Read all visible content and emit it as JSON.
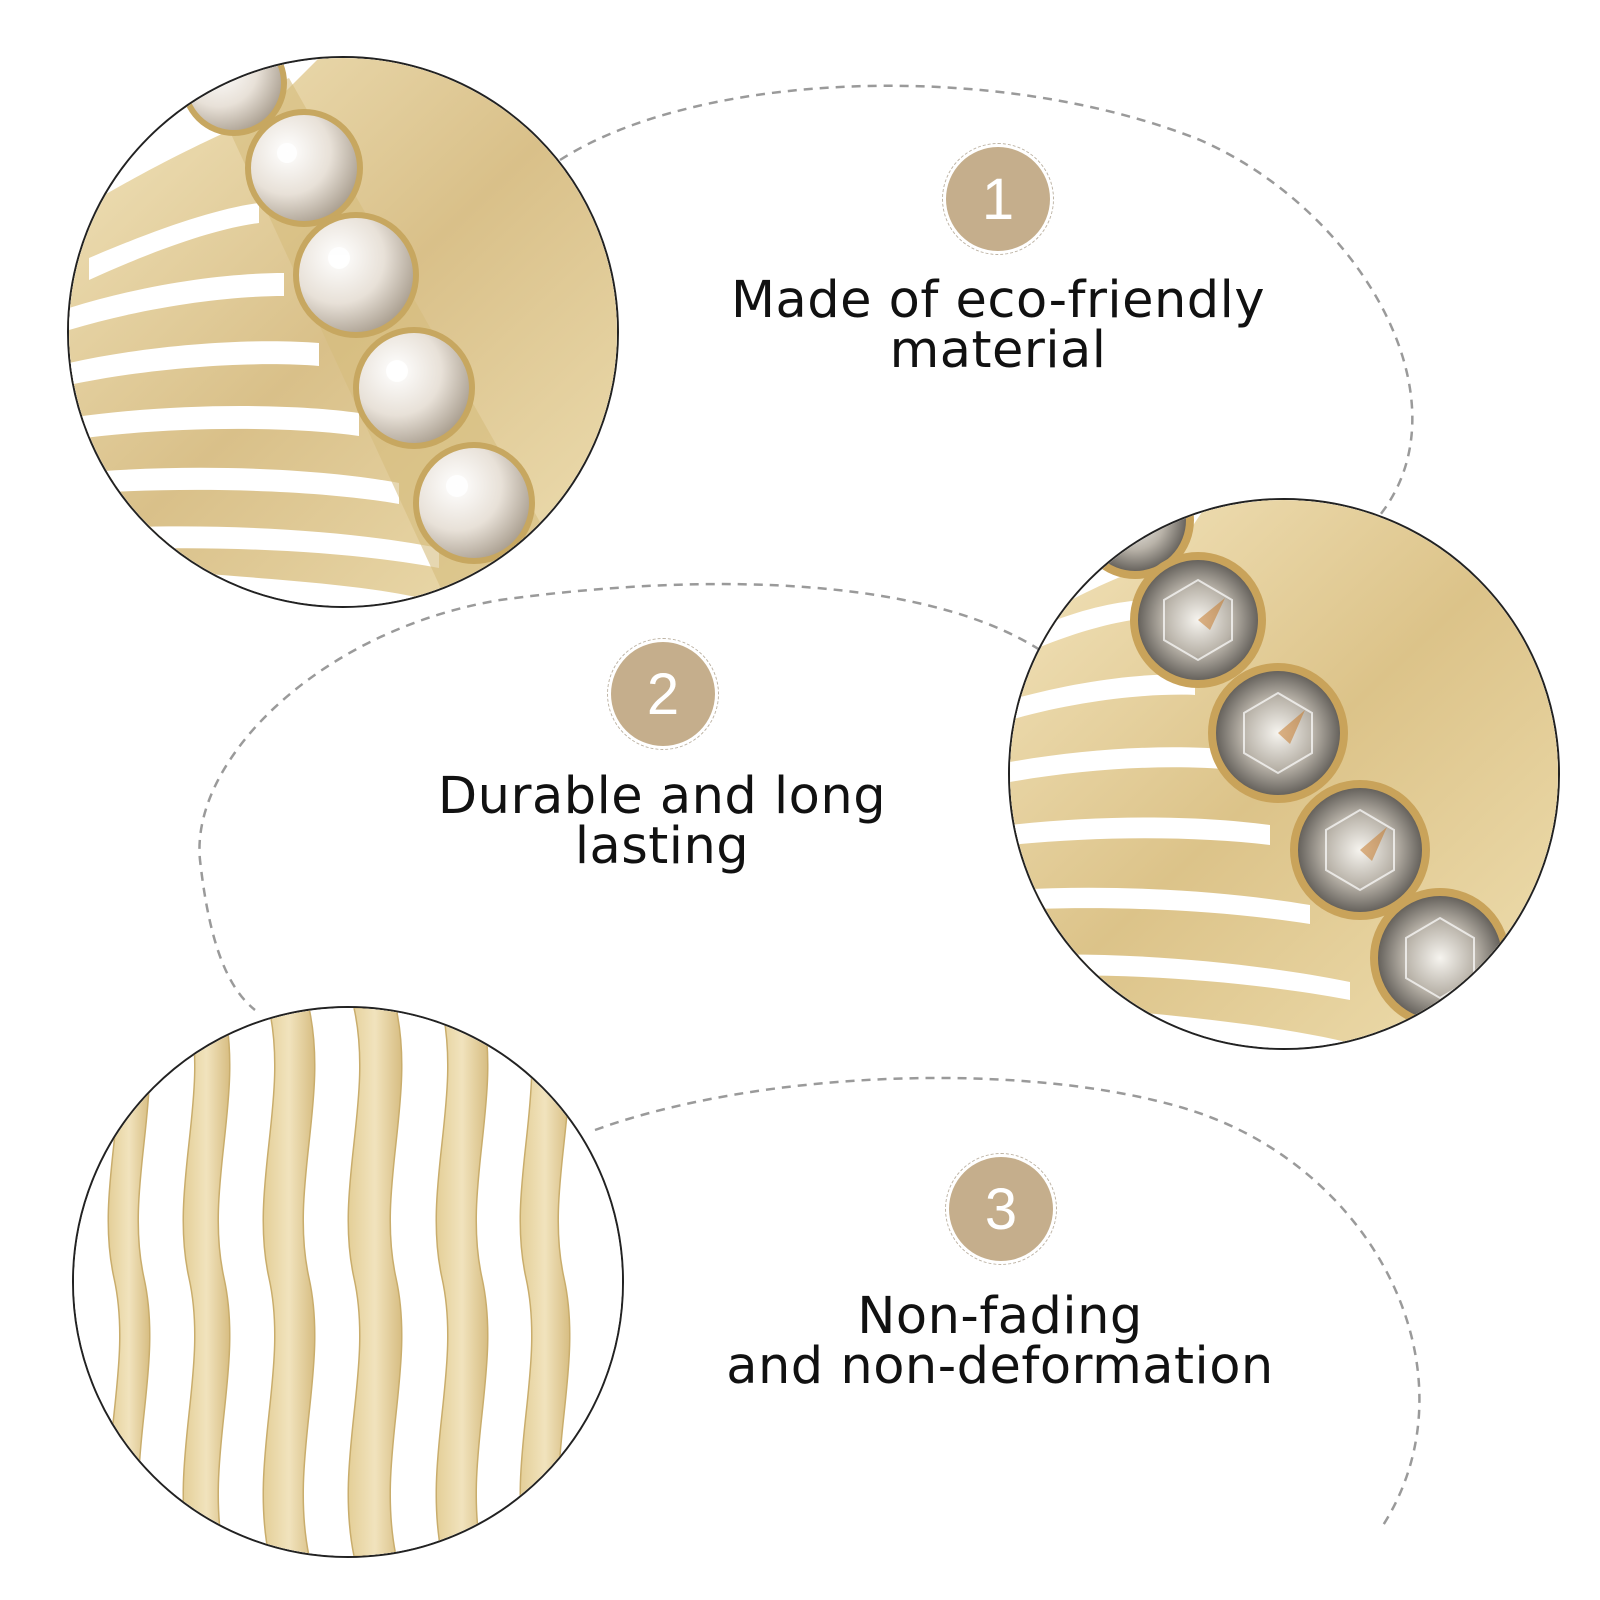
{
  "colors": {
    "badge": "#c5ae8c",
    "gold": "#e2cd96",
    "text": "#111111",
    "dash": "#9a9a9a"
  },
  "features": [
    {
      "number": "1",
      "line1": "Made of eco-friendly",
      "line2": "material"
    },
    {
      "number": "2",
      "line1": "Durable and long",
      "line2": "lasting"
    },
    {
      "number": "3",
      "line1": "Non-fading",
      "line2": "and non-deformation"
    }
  ],
  "photos": [
    {
      "subject": "gold hair comb with pearls",
      "icon": "pearl-comb-image"
    },
    {
      "subject": "gold hair comb with rhinestones",
      "icon": "rhinestone-comb-image"
    },
    {
      "subject": "gold wavy comb teeth",
      "icon": "wavy-teeth-image"
    }
  ]
}
